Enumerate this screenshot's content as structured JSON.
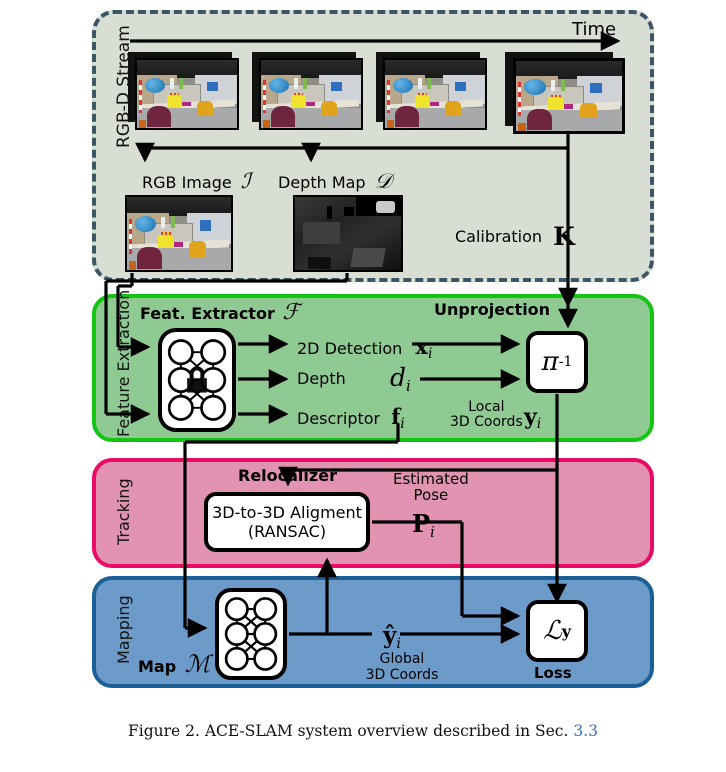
{
  "figure": {
    "caption_prefix": "Figure 2. ACE-SLAM system overview described in Sec. ",
    "caption_link": "3.3"
  },
  "bands": {
    "stream": {
      "label": "RGB-D Stream",
      "fill": "#d9ded4",
      "border": "#3c5667",
      "border_style": "dashed"
    },
    "feature": {
      "label": "Feature Extraction",
      "fill": "#8fca93",
      "border": "#13c413"
    },
    "tracking": {
      "label": "Tracking",
      "fill": "#e193b1",
      "border": "#ec0a67"
    },
    "mapping": {
      "label": "Mapping",
      "fill": "#6c9bc9",
      "border": "#1a5f95"
    }
  },
  "stream": {
    "time_label": "Time",
    "frames": [
      "frame-1",
      "frame-2",
      "frame-3",
      "frame-4"
    ],
    "rgb_image_label": "RGB Image",
    "rgb_image_symbol": "ℐ",
    "depth_map_label": "Depth Map",
    "depth_map_symbol": "𝒟",
    "calibration_label": "Calibration",
    "calibration_symbol": "K"
  },
  "feature": {
    "extractor_title": "Feat. Extractor",
    "extractor_symbol": "ℱ",
    "frozen_icon": "lock-icon",
    "outputs": [
      {
        "name": "2D Detection",
        "symbol": "x",
        "sub": "i"
      },
      {
        "name": "Depth",
        "symbol": "d",
        "sub": "i"
      },
      {
        "name": "Descriptor",
        "symbol": "f",
        "sub": "i"
      }
    ],
    "unprojection_title": "Unprojection",
    "unprojection_box": "π",
    "unprojection_exp": "-1",
    "local_coords_line1": "Local",
    "local_coords_line2": "3D Coords",
    "local_coords_symbol": "y",
    "local_coords_sub": "i"
  },
  "tracking": {
    "relocalizer_title": "Relocalizer",
    "box_line1": "3D-to-3D Aligment",
    "box_line2": "(RANSAC)",
    "pose_line1": "Estimated",
    "pose_line2": "Pose",
    "pose_symbol": "P",
    "pose_sub": "i"
  },
  "mapping": {
    "map_label": "Map",
    "map_symbol": "ℳ",
    "global_symbol": "ŷ",
    "global_sub": "i",
    "global_line1": "Global",
    "global_line2": "3D Coords",
    "loss_symbol": "ℒ",
    "loss_sub": "y",
    "loss_label": "Loss"
  }
}
